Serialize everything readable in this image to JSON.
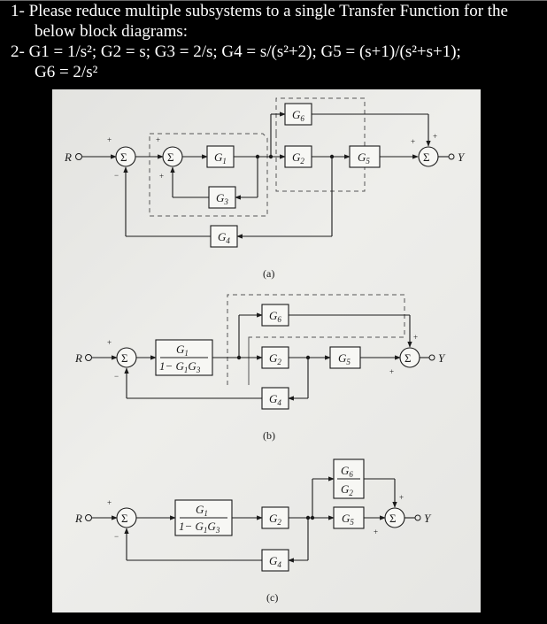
{
  "question_1": {
    "line_1": "1- Please reduce multiple subsystems to a single Transfer Function for the",
    "line_2": "below block diagrams:"
  },
  "question_2": {
    "line_1": "2- G1 = 1/s²; G2 = s; G3 = 2/s; G4 = s/(s²+2); G5 = (s+1)/(s²+s+1);",
    "line_2": "G6 = 2/s²"
  },
  "figure": {
    "symbols": {
      "input": "R",
      "output": "Y",
      "sum": "Σ",
      "plus": "+",
      "minus": "−"
    },
    "blocks": {
      "g1": "G",
      "g1_sub": "1",
      "g2": "G",
      "g2_sub": "2",
      "g3": "G",
      "g3_sub": "3",
      "g4": "G",
      "g4_sub": "4",
      "g5": "G",
      "g5_sub": "5",
      "g6": "G",
      "g6_sub": "6",
      "frac_num": "G",
      "frac_num_sub": "1",
      "frac_den": "1− G",
      "frac_den_sub_a": "1",
      "frac_den_mid": "G",
      "frac_den_sub_b": "3"
    },
    "captions": {
      "a": "(a)",
      "b": "(b)",
      "c": "(c)"
    }
  }
}
